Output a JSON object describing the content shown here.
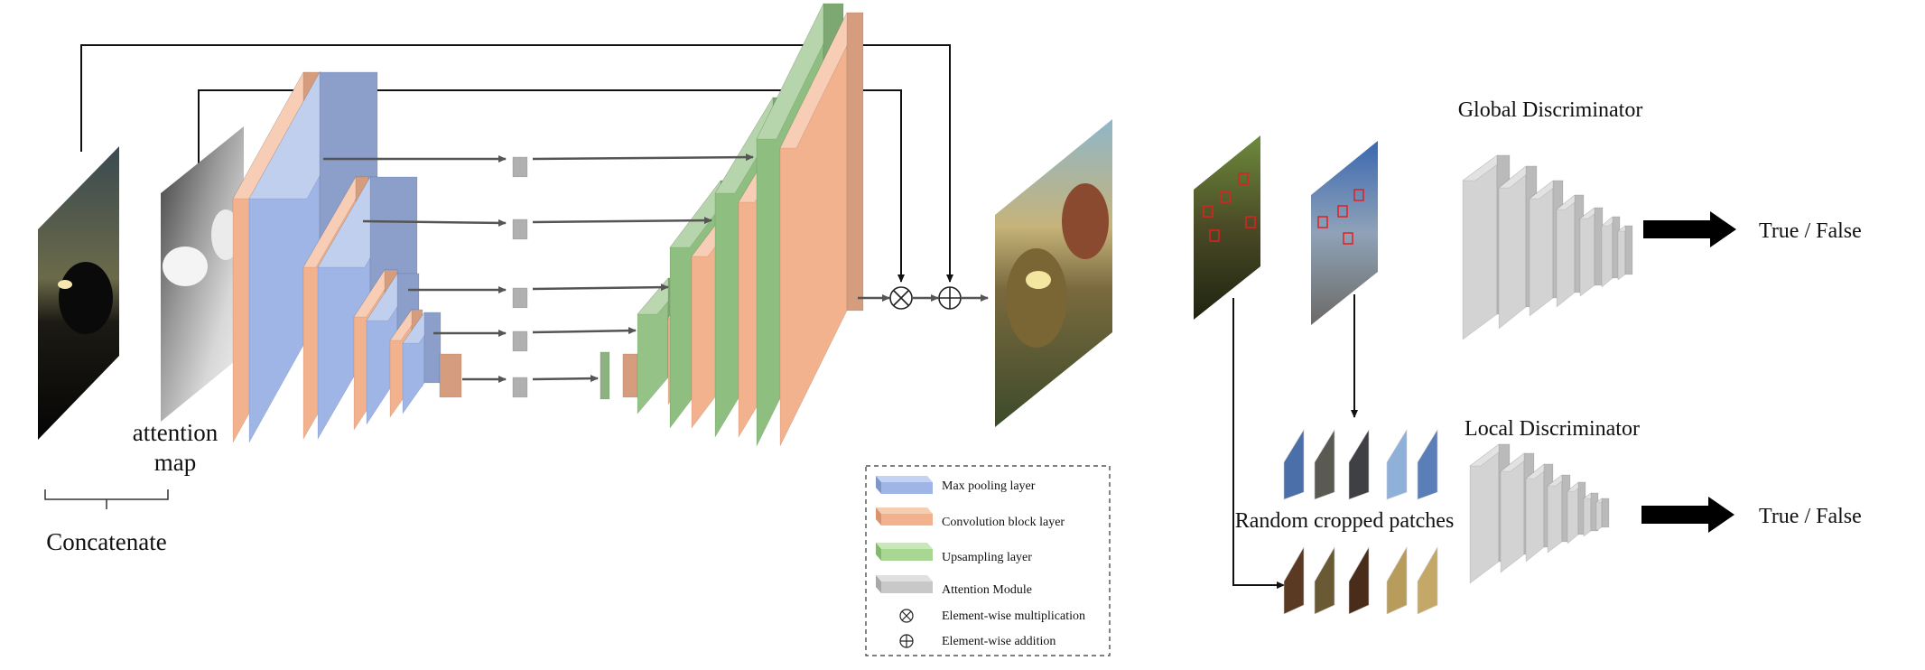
{
  "labels": {
    "attention_map_line1": "attention",
    "attention_map_line2": "map",
    "concatenate": "Concatenate",
    "global_discriminator": "Global Discriminator",
    "local_discriminator": "Local Discriminator",
    "random_cropped_patches": "Random cropped patches",
    "global_output": "True / False",
    "local_output": "True / False"
  },
  "legend": {
    "max_pooling": "Max pooling layer",
    "convolution": "Convolution block layer",
    "upsampling": "Upsampling layer",
    "attention": "Attention Module",
    "multiplication": "Element-wise multiplication",
    "addition": "Element-wise addition"
  },
  "colors": {
    "max_pooling_layer": "#9fb5e6",
    "convolution_block_layer": "#f2b28e",
    "upsampling_layer": "#8fbf80",
    "attention_module": "#c8c8c8",
    "discriminator_block": "#d3d3d3",
    "arrow": "#555555"
  }
}
